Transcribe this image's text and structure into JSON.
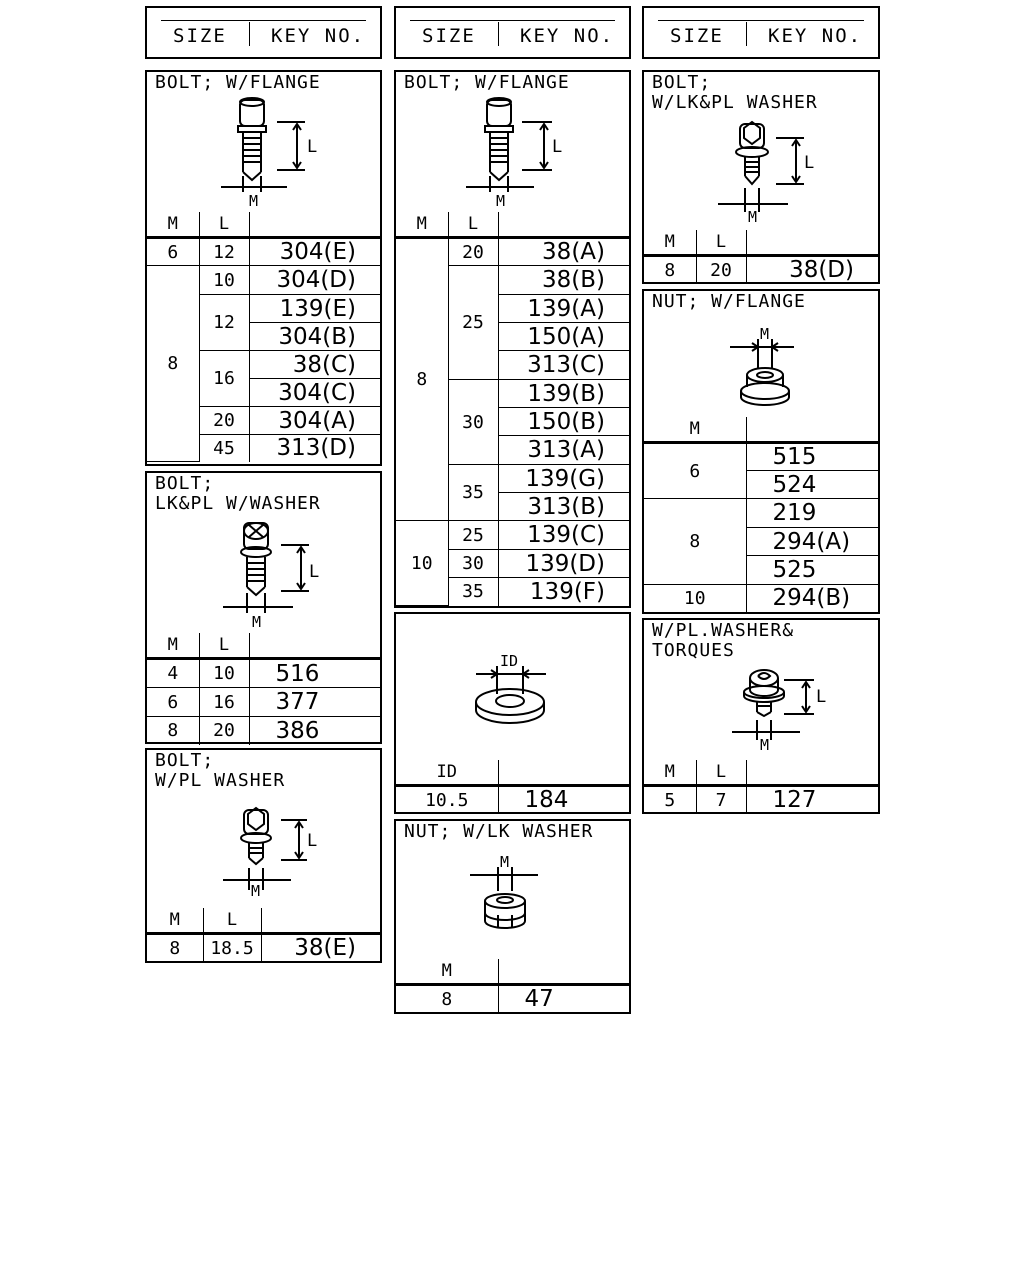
{
  "header": {
    "size_label": "SIZE",
    "key_label": "KEY NO."
  },
  "col_labels": {
    "m": "M",
    "l": "L",
    "id": "ID"
  },
  "p1": {
    "title": "BOLT; W/FLANGE",
    "rows": [
      {
        "m": "6",
        "l": "12",
        "key": "304(E)"
      },
      {
        "m": "8",
        "l": "10",
        "key": "304(D)"
      },
      {
        "l": "12",
        "key": "139(E)"
      },
      {
        "key": "304(B)"
      },
      {
        "l": "16",
        "key": "38(C)"
      },
      {
        "key": "304(C)"
      },
      {
        "l": "20",
        "key": "304(A)"
      },
      {
        "l": "45",
        "key": "313(D)"
      }
    ]
  },
  "p2": {
    "title_line1": "BOLT;",
    "title_line2": "LK&PL W/WASHER",
    "rows": [
      {
        "m": "4",
        "l": "10",
        "key": "516"
      },
      {
        "m": "6",
        "l": "16",
        "key": "377"
      },
      {
        "m": "8",
        "l": "20",
        "key": "386"
      }
    ]
  },
  "p3": {
    "title_line1": "BOLT;",
    "title_line2": "W/PL WASHER",
    "rows": [
      {
        "m": "8",
        "l": "18.5",
        "key": "38(E)"
      }
    ]
  },
  "p4": {
    "title": "BOLT; W/FLANGE",
    "rows": [
      {
        "m": "8",
        "l": "20",
        "key": "38(A)"
      },
      {
        "l": "25",
        "key": "38(B)"
      },
      {
        "key": "139(A)"
      },
      {
        "key": "150(A)"
      },
      {
        "key": "313(C)"
      },
      {
        "l": "30",
        "key": "139(B)"
      },
      {
        "key": "150(B)"
      },
      {
        "key": "313(A)"
      },
      {
        "l": "35",
        "key": "139(G)"
      },
      {
        "key": "313(B)"
      },
      {
        "m": "10",
        "l": "25",
        "key": "139(C)"
      },
      {
        "l": "30",
        "key": "139(D)"
      },
      {
        "l": "35",
        "key": "139(F)"
      }
    ]
  },
  "p5": {
    "rows": [
      {
        "id": "10.5",
        "key": "184"
      }
    ]
  },
  "p6": {
    "title": "NUT; W/LK WASHER",
    "rows": [
      {
        "m": "8",
        "key": "47"
      }
    ]
  },
  "p7": {
    "title_line1": "BOLT;",
    "title_line2": "W/LK&PL WASHER",
    "rows": [
      {
        "m": "8",
        "l": "20",
        "key": "38(D)"
      }
    ]
  },
  "p8": {
    "title": "NUT; W/FLANGE",
    "rows": [
      {
        "m": "6",
        "key": "515"
      },
      {
        "key": "524"
      },
      {
        "m": "8",
        "key": "219"
      },
      {
        "key": "294(A)"
      },
      {
        "key": "525"
      },
      {
        "m": "10",
        "key": "294(B)"
      }
    ]
  },
  "p9": {
    "title_line1": "W/PL.WASHER&",
    "title_line2": "TORQUES",
    "rows": [
      {
        "m": "5",
        "l": "7",
        "key": "127"
      }
    ]
  }
}
